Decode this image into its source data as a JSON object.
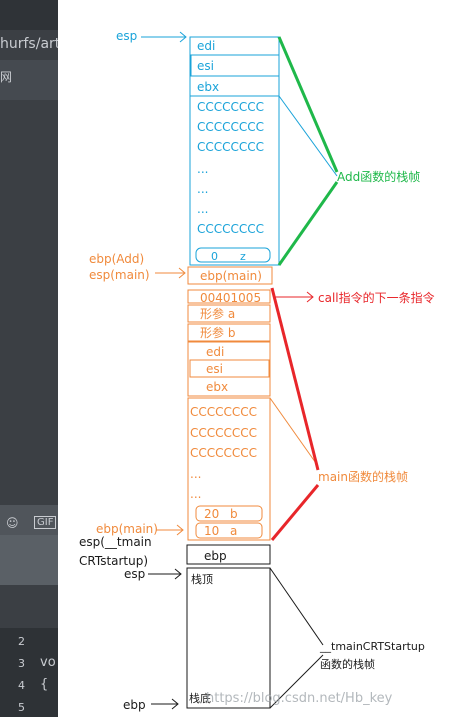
{
  "background": {
    "left_fragments": [
      "hurfs/arti",
      "网",
      "GIF",
      "vo",
      "{"
    ],
    "line_numbers": [
      "2",
      "3",
      "4",
      "5"
    ]
  },
  "labels": {
    "esp_top": "esp",
    "ebp_add": "ebp(Add)",
    "esp_main": "esp(main)",
    "ebp_main": "ebp(main)",
    "esp_tmain_1": "esp(__tmain",
    "esp_tmain_2": "CRTstartup)",
    "esp_tmain_3": "esp",
    "ebp_bottom": "ebp"
  },
  "add_frame": {
    "cells": [
      "edi",
      "esi",
      "ebx",
      "CCCCCCCC",
      "CCCCCCCC",
      "CCCCCCCC",
      "...",
      "...",
      "...",
      "CCCCCCCC"
    ],
    "inner_box": [
      "0",
      "z"
    ],
    "caption": "Add函数的栈帧"
  },
  "main_frame": {
    "ebp_cell": "ebp(main)",
    "return_addr": "00401005",
    "return_note": "call指令的下一条指令",
    "params": [
      "形参  a",
      "形参  b"
    ],
    "regs": [
      "edi",
      "esi",
      "ebx"
    ],
    "locals": [
      "CCCCCCCC",
      "CCCCCCCC",
      "CCCCCCCC",
      "...",
      "..."
    ],
    "vars": [
      [
        "20",
        "b"
      ],
      [
        "10",
        "a"
      ]
    ],
    "caption": "main函数的栈帧"
  },
  "tmain_frame": {
    "ebp_cell": "ebp",
    "top_label": "栈顶",
    "bottom_label": "栈底",
    "caption_1": "__tmainCRTStartup",
    "caption_2": "函数的栈帧"
  },
  "watermark": "https://blog.csdn.net/Hb_key",
  "colors": {
    "blue": "#1aa3d9",
    "orange": "#f08a3c",
    "green": "#1fb84a",
    "red": "#e8262a",
    "black": "#1a1a1a",
    "gray": "#9aa0a6"
  }
}
